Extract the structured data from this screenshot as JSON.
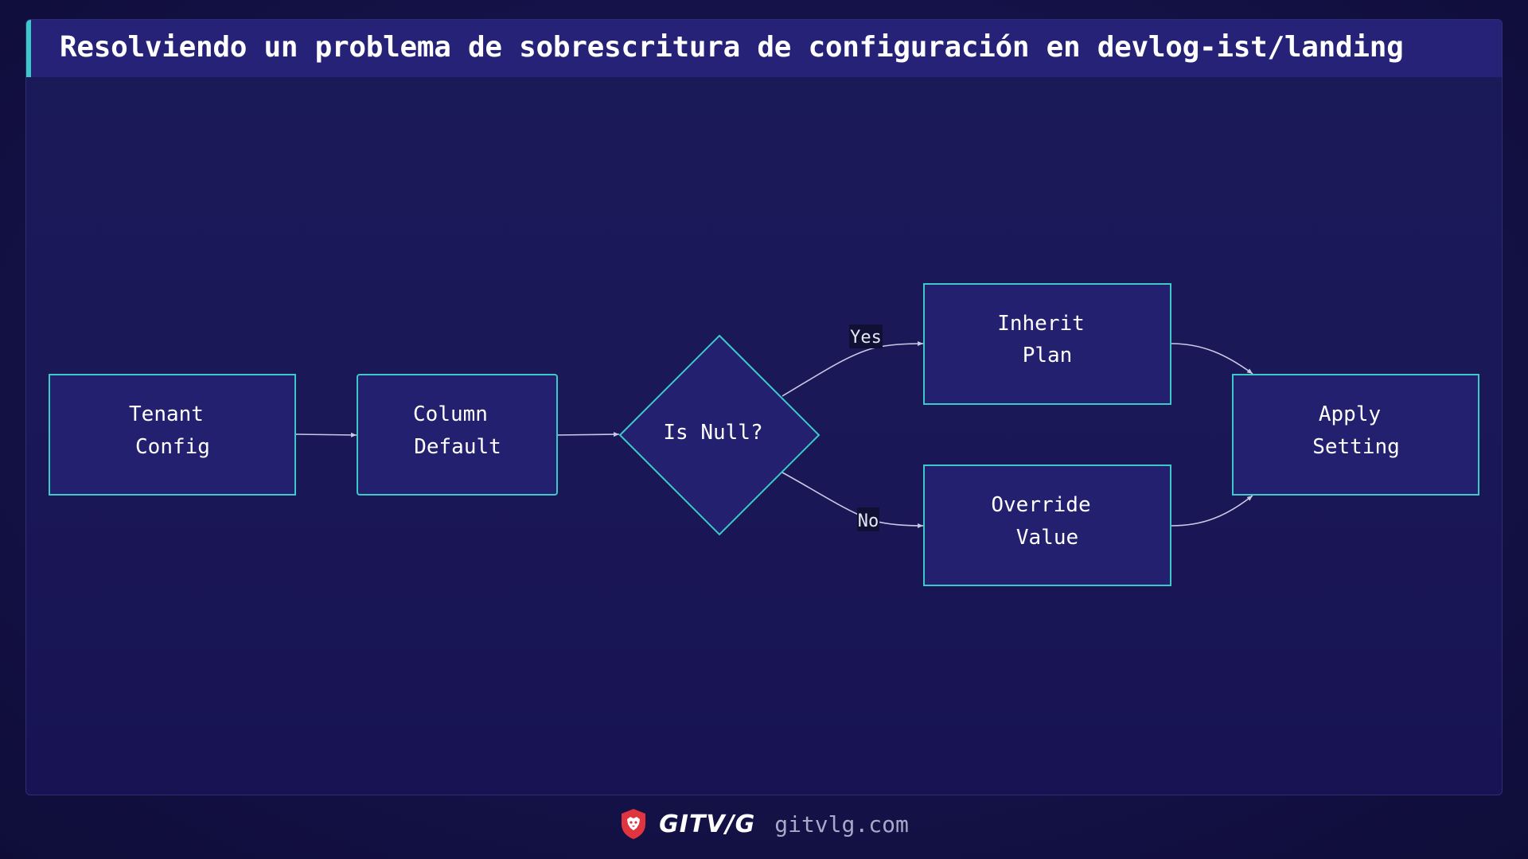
{
  "title": "Resolviendo un problema de sobrescritura de configuración en devlog-ist/landing",
  "diagram": {
    "nodes": {
      "tenant_config": {
        "line1": "Tenant",
        "line2": "Config"
      },
      "column_default": {
        "line1": "Column",
        "line2": "Default"
      },
      "is_null": {
        "label": "Is Null?"
      },
      "inherit_plan": {
        "line1": "Inherit",
        "line2": "Plan"
      },
      "override_value": {
        "line1": "Override",
        "line2": "Value"
      },
      "apply_setting": {
        "line1": "Apply",
        "line2": "Setting"
      }
    },
    "edges": {
      "yes_label": "Yes",
      "no_label": "No"
    }
  },
  "footer": {
    "brand": "GITV/G",
    "domain": "gitvlg.com",
    "icon": "lion-shield-icon"
  },
  "colors": {
    "accent": "#3ec9c9",
    "node_fill": "#23216f",
    "title_bar": "#252278",
    "brand_red": "#e0343f"
  }
}
